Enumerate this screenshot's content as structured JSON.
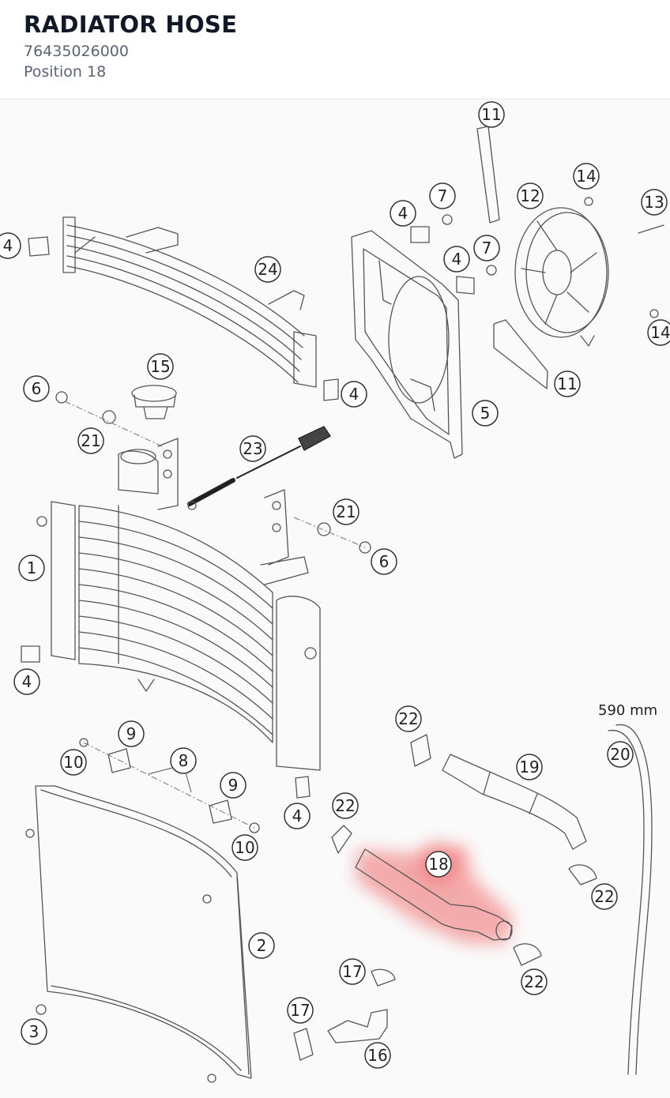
{
  "header": {
    "title": "RADIATOR HOSE",
    "part_number": "76435026000",
    "position": "Position 18"
  },
  "diagram": {
    "highlight_color": "#ef6b6b",
    "length_note": "590 mm",
    "callouts": [
      {
        "id": "c11a",
        "label": "11"
      },
      {
        "id": "c14a",
        "label": "14"
      },
      {
        "id": "c12",
        "label": "12"
      },
      {
        "id": "c13",
        "label": "13"
      },
      {
        "id": "c7a",
        "label": "7"
      },
      {
        "id": "c4a",
        "label": "4"
      },
      {
        "id": "c7b",
        "label": "7"
      },
      {
        "id": "c4b",
        "label": "4"
      },
      {
        "id": "c4c",
        "label": "4"
      },
      {
        "id": "c24",
        "label": "24"
      },
      {
        "id": "c14b",
        "label": "14"
      },
      {
        "id": "c11b",
        "label": "11"
      },
      {
        "id": "c15",
        "label": "15"
      },
      {
        "id": "c6a",
        "label": "6"
      },
      {
        "id": "c4d",
        "label": "4"
      },
      {
        "id": "c5",
        "label": "5"
      },
      {
        "id": "c21a",
        "label": "21"
      },
      {
        "id": "c23",
        "label": "23"
      },
      {
        "id": "c21b",
        "label": "21"
      },
      {
        "id": "c6b",
        "label": "6"
      },
      {
        "id": "c1",
        "label": "1"
      },
      {
        "id": "c4e",
        "label": "4"
      },
      {
        "id": "c22a",
        "label": "22"
      },
      {
        "id": "c20",
        "label": "20"
      },
      {
        "id": "c9a",
        "label": "9"
      },
      {
        "id": "c19",
        "label": "19"
      },
      {
        "id": "c8",
        "label": "8"
      },
      {
        "id": "c10a",
        "label": "10"
      },
      {
        "id": "c9b",
        "label": "9"
      },
      {
        "id": "c4f",
        "label": "4"
      },
      {
        "id": "c22b",
        "label": "22"
      },
      {
        "id": "c10b",
        "label": "10"
      },
      {
        "id": "c18",
        "label": "18"
      },
      {
        "id": "c22c",
        "label": "22"
      },
      {
        "id": "c2",
        "label": "2"
      },
      {
        "id": "c22d",
        "label": "22"
      },
      {
        "id": "c17a",
        "label": "17"
      },
      {
        "id": "c3",
        "label": "3"
      },
      {
        "id": "c17b",
        "label": "17"
      },
      {
        "id": "c16",
        "label": "16"
      }
    ]
  }
}
